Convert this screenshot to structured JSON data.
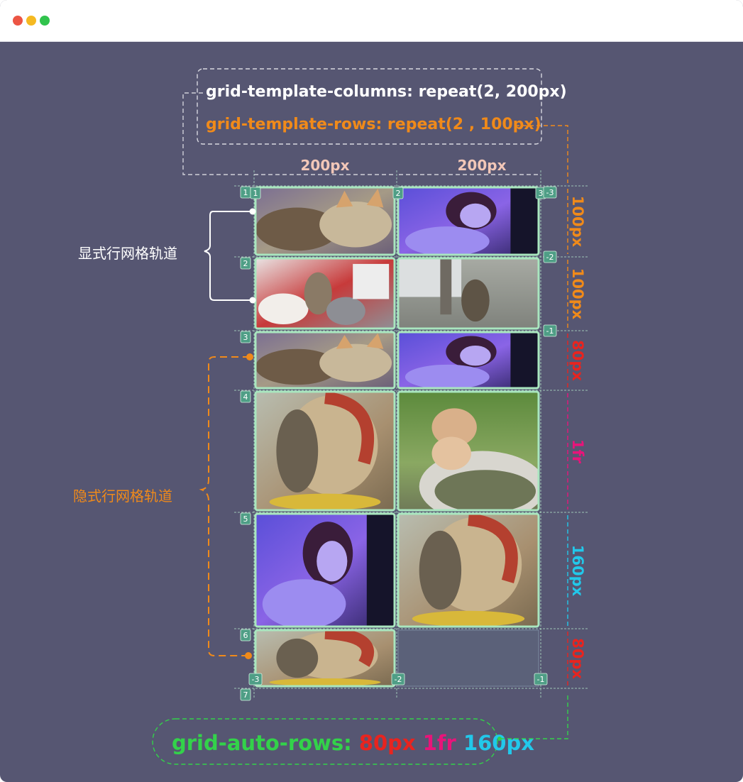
{
  "window": {
    "controls": [
      "close",
      "minimize",
      "maximize"
    ]
  },
  "code": {
    "columns": "grid-template-columns: repeat(2, 200px)",
    "rows": "grid-template-rows: repeat(2 , 100px)",
    "auto_rows_prefix": "grid-auto-rows:",
    "auto_rows_values": [
      "80px",
      "1fr",
      "160px"
    ]
  },
  "column_sizes": [
    "200px",
    "200px"
  ],
  "row_sizes": [
    "100px",
    "100px",
    "80px",
    "1fr",
    "160px",
    "80px"
  ],
  "row_line_labels": [
    "1",
    "2",
    "3",
    "4",
    "5",
    "6",
    "7"
  ],
  "col_line_labels_top": [
    "1",
    "2",
    "3"
  ],
  "col_line_labels_bottom": [
    "-3",
    "-2",
    "-1"
  ],
  "right_line_labels": [
    "-3",
    "-2",
    "-1"
  ],
  "labels": {
    "explicit": "显式行网格轨道",
    "implicit": "隐式行网格轨道"
  },
  "colors": {
    "background": "#565672",
    "white": "#ffffff",
    "orange": "#f08a1a",
    "red": "#e8241f",
    "magenta": "#e8147a",
    "cyan": "#22c8ea",
    "green": "#33d24a",
    "badge": "#4f9e86",
    "cell_border": "#a9e6bf"
  },
  "cells": [
    {
      "row": 1,
      "col": 1,
      "image": "cats-sleeping-painting"
    },
    {
      "row": 1,
      "col": 2,
      "image": "woman-purple-portrait"
    },
    {
      "row": 2,
      "col": 1,
      "image": "cats-with-pillows"
    },
    {
      "row": 2,
      "col": 2,
      "image": "tabby-cat-on-carpet"
    },
    {
      "row": 3,
      "col": 1,
      "image": "cats-sleeping-painting"
    },
    {
      "row": 3,
      "col": 2,
      "image": "woman-purple-portrait"
    },
    {
      "row": 4,
      "col": 1,
      "image": "cat-popart-vase"
    },
    {
      "row": 4,
      "col": 2,
      "image": "kitten-on-birdbath"
    },
    {
      "row": 5,
      "col": 1,
      "image": "woman-purple-portrait"
    },
    {
      "row": 5,
      "col": 2,
      "image": "cat-popart-vase"
    },
    {
      "row": 6,
      "col": 1,
      "image": "cat-popart-vase"
    }
  ]
}
